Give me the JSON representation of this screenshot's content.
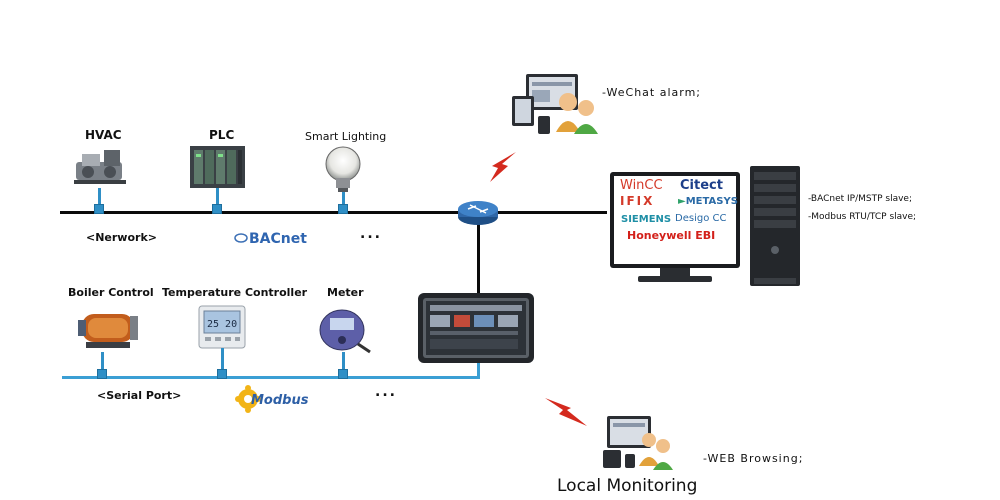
{
  "network": {
    "devices": [
      {
        "label": "HVAC",
        "icon": "hvac-chiller-icon"
      },
      {
        "label": "PLC",
        "icon": "plc-rack-icon"
      },
      {
        "label": "Smart Lighting",
        "icon": "light-bulb-icon"
      }
    ],
    "bus_label": "<Nerwork>",
    "protocol_logo": "BACnet",
    "ellipsis": "..."
  },
  "serial": {
    "devices": [
      {
        "label": "Boiler Control",
        "icon": "boiler-icon"
      },
      {
        "label": "Temperature Controller",
        "icon": "thermostat-icon"
      },
      {
        "label": "Meter",
        "icon": "meter-icon"
      }
    ],
    "bus_label": "<Serial Port>",
    "protocol_logo": "Modbus",
    "ellipsis": "..."
  },
  "thermostat_display": "25 20",
  "gateway": {
    "icon": "touch-panel-icon",
    "router_icon": "router-icon"
  },
  "scada": {
    "brands": [
      "WinCC",
      "Citect",
      "IFIX",
      "METASYS",
      "SIEMENS",
      "Desigo CC",
      "Honeywell EBI"
    ],
    "notes": [
      "-BACnet IP/MSTP slave;",
      "-Modbus RTU/TCP slave;"
    ]
  },
  "wechat": {
    "label": "-WeChat alarm;"
  },
  "web": {
    "label": "-WEB Browsing;"
  },
  "footer_title": "Local Monitoring",
  "colors": {
    "bus": "#0a0a0a",
    "serial_bus": "#3b9fd4",
    "lightning": "#d42a1e"
  }
}
